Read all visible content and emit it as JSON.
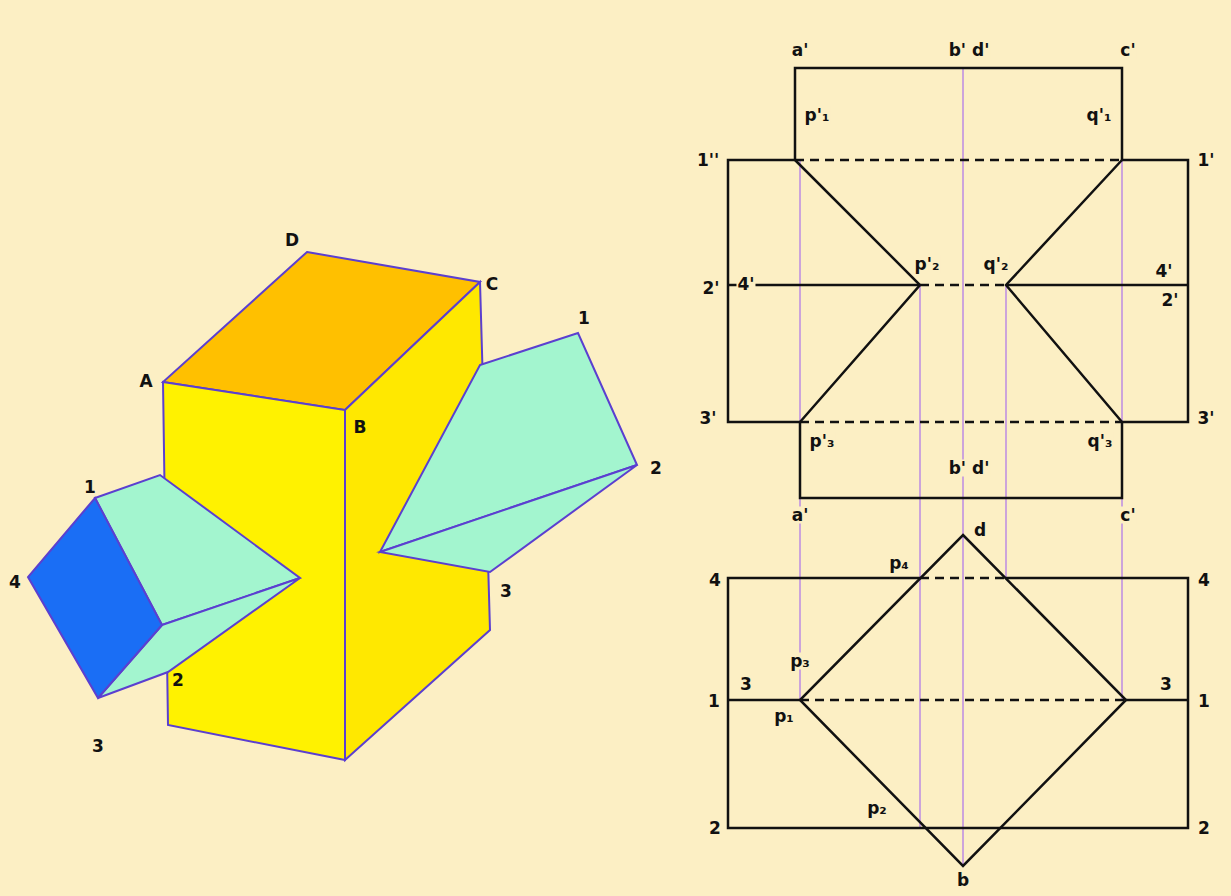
{
  "diagram": {
    "labels": [
      "D",
      "C",
      "1",
      "A",
      "B",
      "2",
      "1",
      "4",
      "3",
      "2",
      "3",
      "a'",
      "b' d'",
      "c'",
      "p'₁",
      "q'₁",
      "1''",
      "1'",
      "2'",
      "4'",
      "p'₂",
      "q'₂",
      "4'",
      "2'",
      "3'",
      "3'",
      "p'₃",
      "q'₃",
      "b' d'",
      "a'",
      "c'",
      "d",
      "p₄",
      "4",
      "4",
      "p₃",
      "3",
      "3",
      "1",
      "1",
      "p₁",
      "p₂",
      "2",
      "2",
      "b"
    ]
  }
}
